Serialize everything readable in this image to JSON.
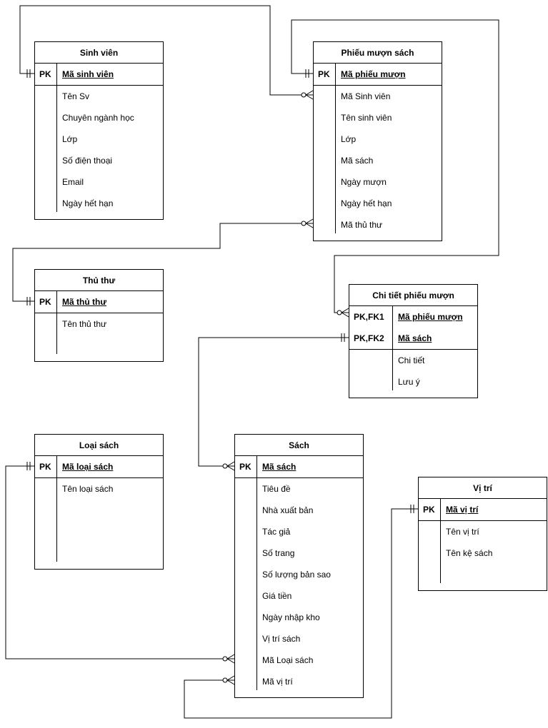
{
  "entities": {
    "sinhvien": {
      "title": "Sinh viên",
      "keys": [
        {
          "key": "PK",
          "name": "Mã sinh viên"
        }
      ],
      "fields": [
        "Tên Sv",
        "Chuyên ngành học",
        "Lớp",
        "Số điện thoại",
        "Email",
        "Ngày hết hạn"
      ]
    },
    "phieumuon": {
      "title": "Phiếu mượn sách",
      "keys": [
        {
          "key": "PK",
          "name": "Mã phiếu mượn"
        }
      ],
      "fields": [
        "Mã Sinh viên",
        "Tên sinh viên",
        "Lớp",
        "Mã sách",
        "Ngày mượn",
        "Ngày hết hạn",
        "Mã thủ thư"
      ]
    },
    "thuthu": {
      "title": "Thủ thư",
      "keys": [
        {
          "key": "PK",
          "name": "Mã thủ thư"
        }
      ],
      "fields": [
        "Tên thủ thư"
      ]
    },
    "chitiet": {
      "title": "Chi tiết phiếu mượn",
      "keys": [
        {
          "key": "PK,FK1",
          "name": "Mã phiếu mượn"
        },
        {
          "key": "PK,FK2",
          "name": "Mã sách"
        }
      ],
      "fields": [
        "Chi tiết",
        "Lưu ý"
      ]
    },
    "loaisach": {
      "title": "Loại sách",
      "keys": [
        {
          "key": "PK",
          "name": "Mã loại sách"
        }
      ],
      "fields": [
        "Tên loại sách"
      ]
    },
    "sach": {
      "title": "Sách",
      "keys": [
        {
          "key": "PK",
          "name": "Mã sách"
        }
      ],
      "fields": [
        "Tiêu đề",
        "Nhà xuất bản",
        "Tác giả",
        "Số trang",
        "Số lượng bản sao",
        "Giá tiền",
        "Ngày nhập kho",
        "Vị trí sách",
        "Mã Loại sách",
        "Mã vị trí"
      ]
    },
    "vitri": {
      "title": "Vị trí",
      "keys": [
        {
          "key": "PK",
          "name": "Mã vị trí"
        }
      ],
      "fields": [
        "Tên vị trí",
        "Tên kệ sách"
      ]
    }
  },
  "relationships": [
    {
      "from": "sinhvien",
      "from_field": "Mã sinh viên",
      "from_cardinality": "one-mandatory",
      "to": "phieumuon",
      "to_field": "Mã Sinh viên",
      "to_cardinality": "zero-or-many"
    },
    {
      "from": "thuthu",
      "from_field": "Mã thủ thư",
      "from_cardinality": "one-mandatory",
      "to": "phieumuon",
      "to_field": "Mã thủ thư",
      "to_cardinality": "zero-or-many"
    },
    {
      "from": "phieumuon",
      "from_field": "Mã phiếu mượn",
      "from_cardinality": "one-mandatory",
      "to": "chitiet",
      "to_field": "Mã phiếu mượn",
      "to_cardinality": "zero-or-many"
    },
    {
      "from": "chitiet",
      "from_field": "Mã sách",
      "from_cardinality": "one-mandatory",
      "to": "sach",
      "to_field": "Mã sách",
      "to_cardinality": "zero-or-many"
    },
    {
      "from": "loaisach",
      "from_field": "Mã loại sách",
      "from_cardinality": "one-mandatory",
      "to": "sach",
      "to_field": "Mã Loại sách",
      "to_cardinality": "zero-or-many"
    },
    {
      "from": "vitri",
      "from_field": "Mã vị trí",
      "from_cardinality": "one-mandatory",
      "to": "sach",
      "to_field": "Mã vị trí",
      "to_cardinality": "zero-or-many"
    }
  ]
}
